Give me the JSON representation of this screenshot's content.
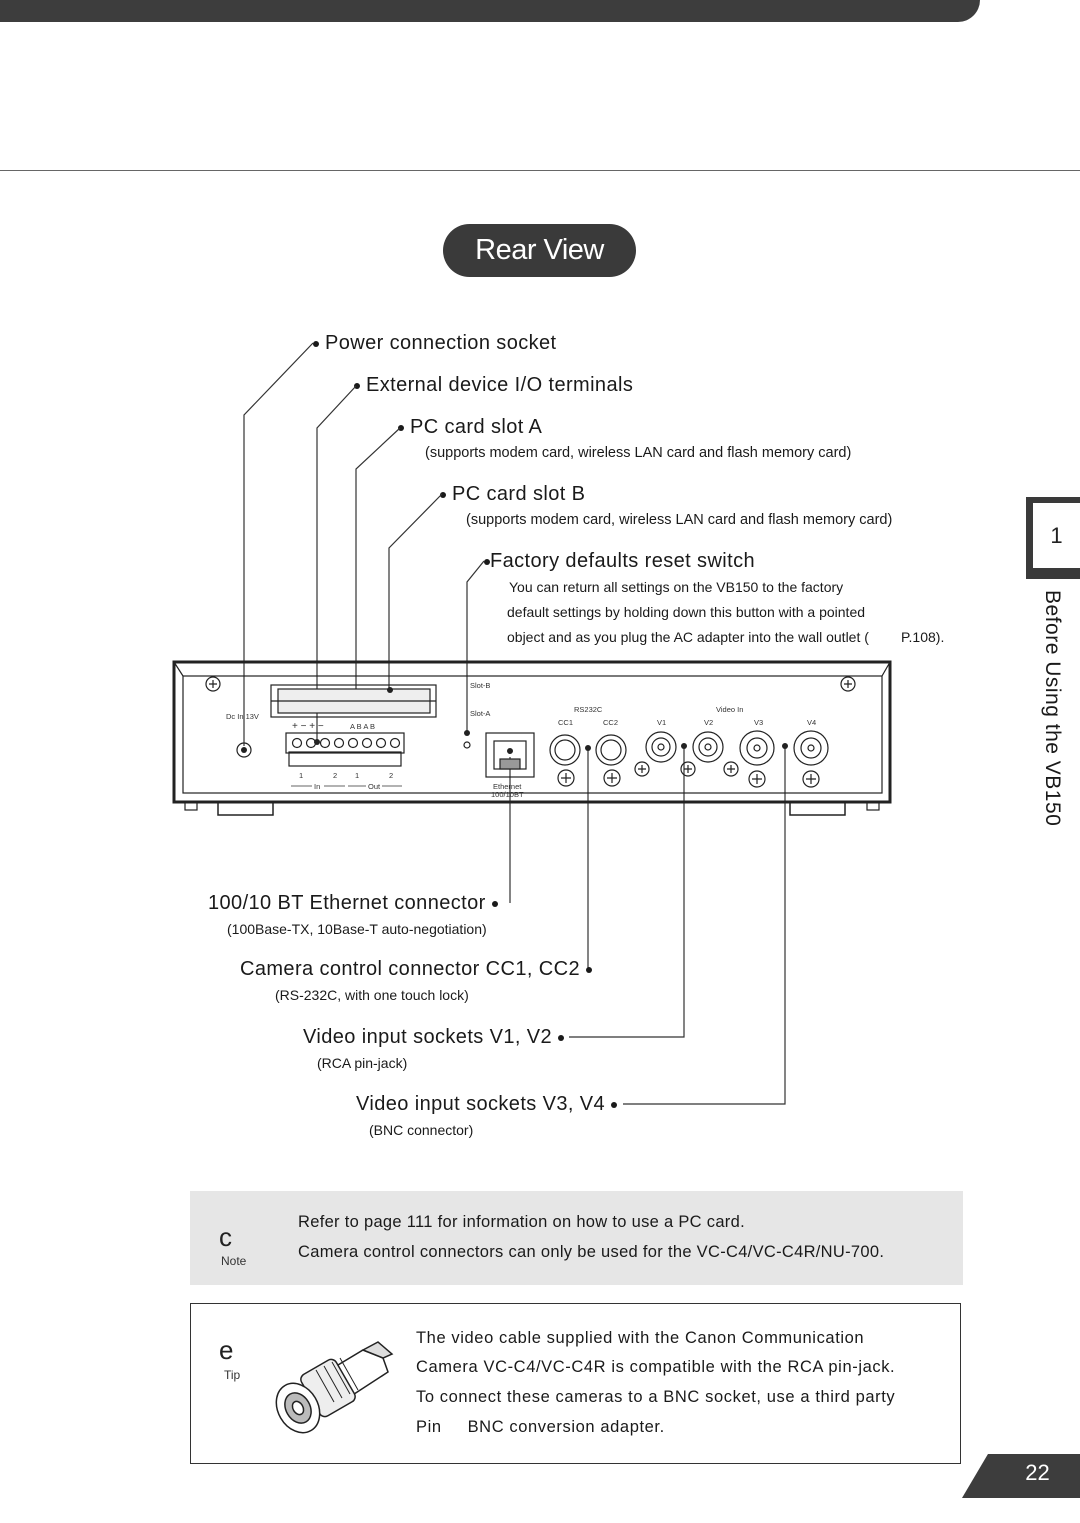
{
  "page": {
    "title": "Rear View",
    "page_number": "22"
  },
  "chapter": {
    "number": "1",
    "title": "Before Using the VB150"
  },
  "callouts": {
    "power": {
      "label": "Power connection socket"
    },
    "io": {
      "label": "External device I/O terminals"
    },
    "slot_a": {
      "label": "PC card slot A",
      "desc": "(supports modem card, wireless LAN card and flash memory card)"
    },
    "slot_b": {
      "label": "PC card slot B",
      "desc": "(supports modem card, wireless LAN card and flash memory card)"
    },
    "reset": {
      "label": "Factory defaults reset switch",
      "desc1": "You can return all settings on the VB150 to the factory",
      "desc2": "default settings by holding down this button with a pointed",
      "desc3": "object and as you plug the AC adapter into the wall outlet (",
      "ref": "P.108)."
    },
    "ethernet": {
      "label": "100/10 BT Ethernet connector",
      "desc": "(100Base-TX, 10Base-T auto-negotiation)"
    },
    "camera": {
      "label": "Camera control connector CC1, CC2",
      "desc": "(RS-232C, with one touch lock)"
    },
    "v12": {
      "label": "Video input sockets V1, V2",
      "desc": "(RCA pin-jack)"
    },
    "v34": {
      "label": "Video input sockets V3, V4",
      "desc": "(BNC connector)"
    }
  },
  "device_labels": {
    "dc_in": "Dc In 13V",
    "slot_b": "Slot-B",
    "slot_a": "Slot-A",
    "rs232c": "RS232C",
    "video_in": "Video In",
    "cc1": "CC1",
    "cc2": "CC2",
    "v1": "V1",
    "v2": "V2",
    "v3": "V3",
    "v4": "V4",
    "ethernet": "Ethernet",
    "ethernet_speed": "100/10BT",
    "terminal_signs": "+ − + −",
    "terminal_ab": "A  B  A  B",
    "in": "In",
    "out": "Out",
    "t1": "1",
    "t2": "2",
    "t3": "1",
    "t4": "2"
  },
  "note": {
    "icon": "c",
    "caption": "Note",
    "line1": "Refer to page 111 for information on how to use a PC card.",
    "line2": "Camera control connectors can only be used for the VC-C4/VC-C4R/NU-700."
  },
  "tip": {
    "icon": "e",
    "caption": "Tip",
    "line1": "The video cable supplied with the Canon Communication",
    "line2": "Camera VC-C4/VC-C4R is compatible with the RCA pin-jack.",
    "line3": "To connect these cameras to a BNC socket, use a third party",
    "line4": "Pin     BNC conversion adapter."
  }
}
